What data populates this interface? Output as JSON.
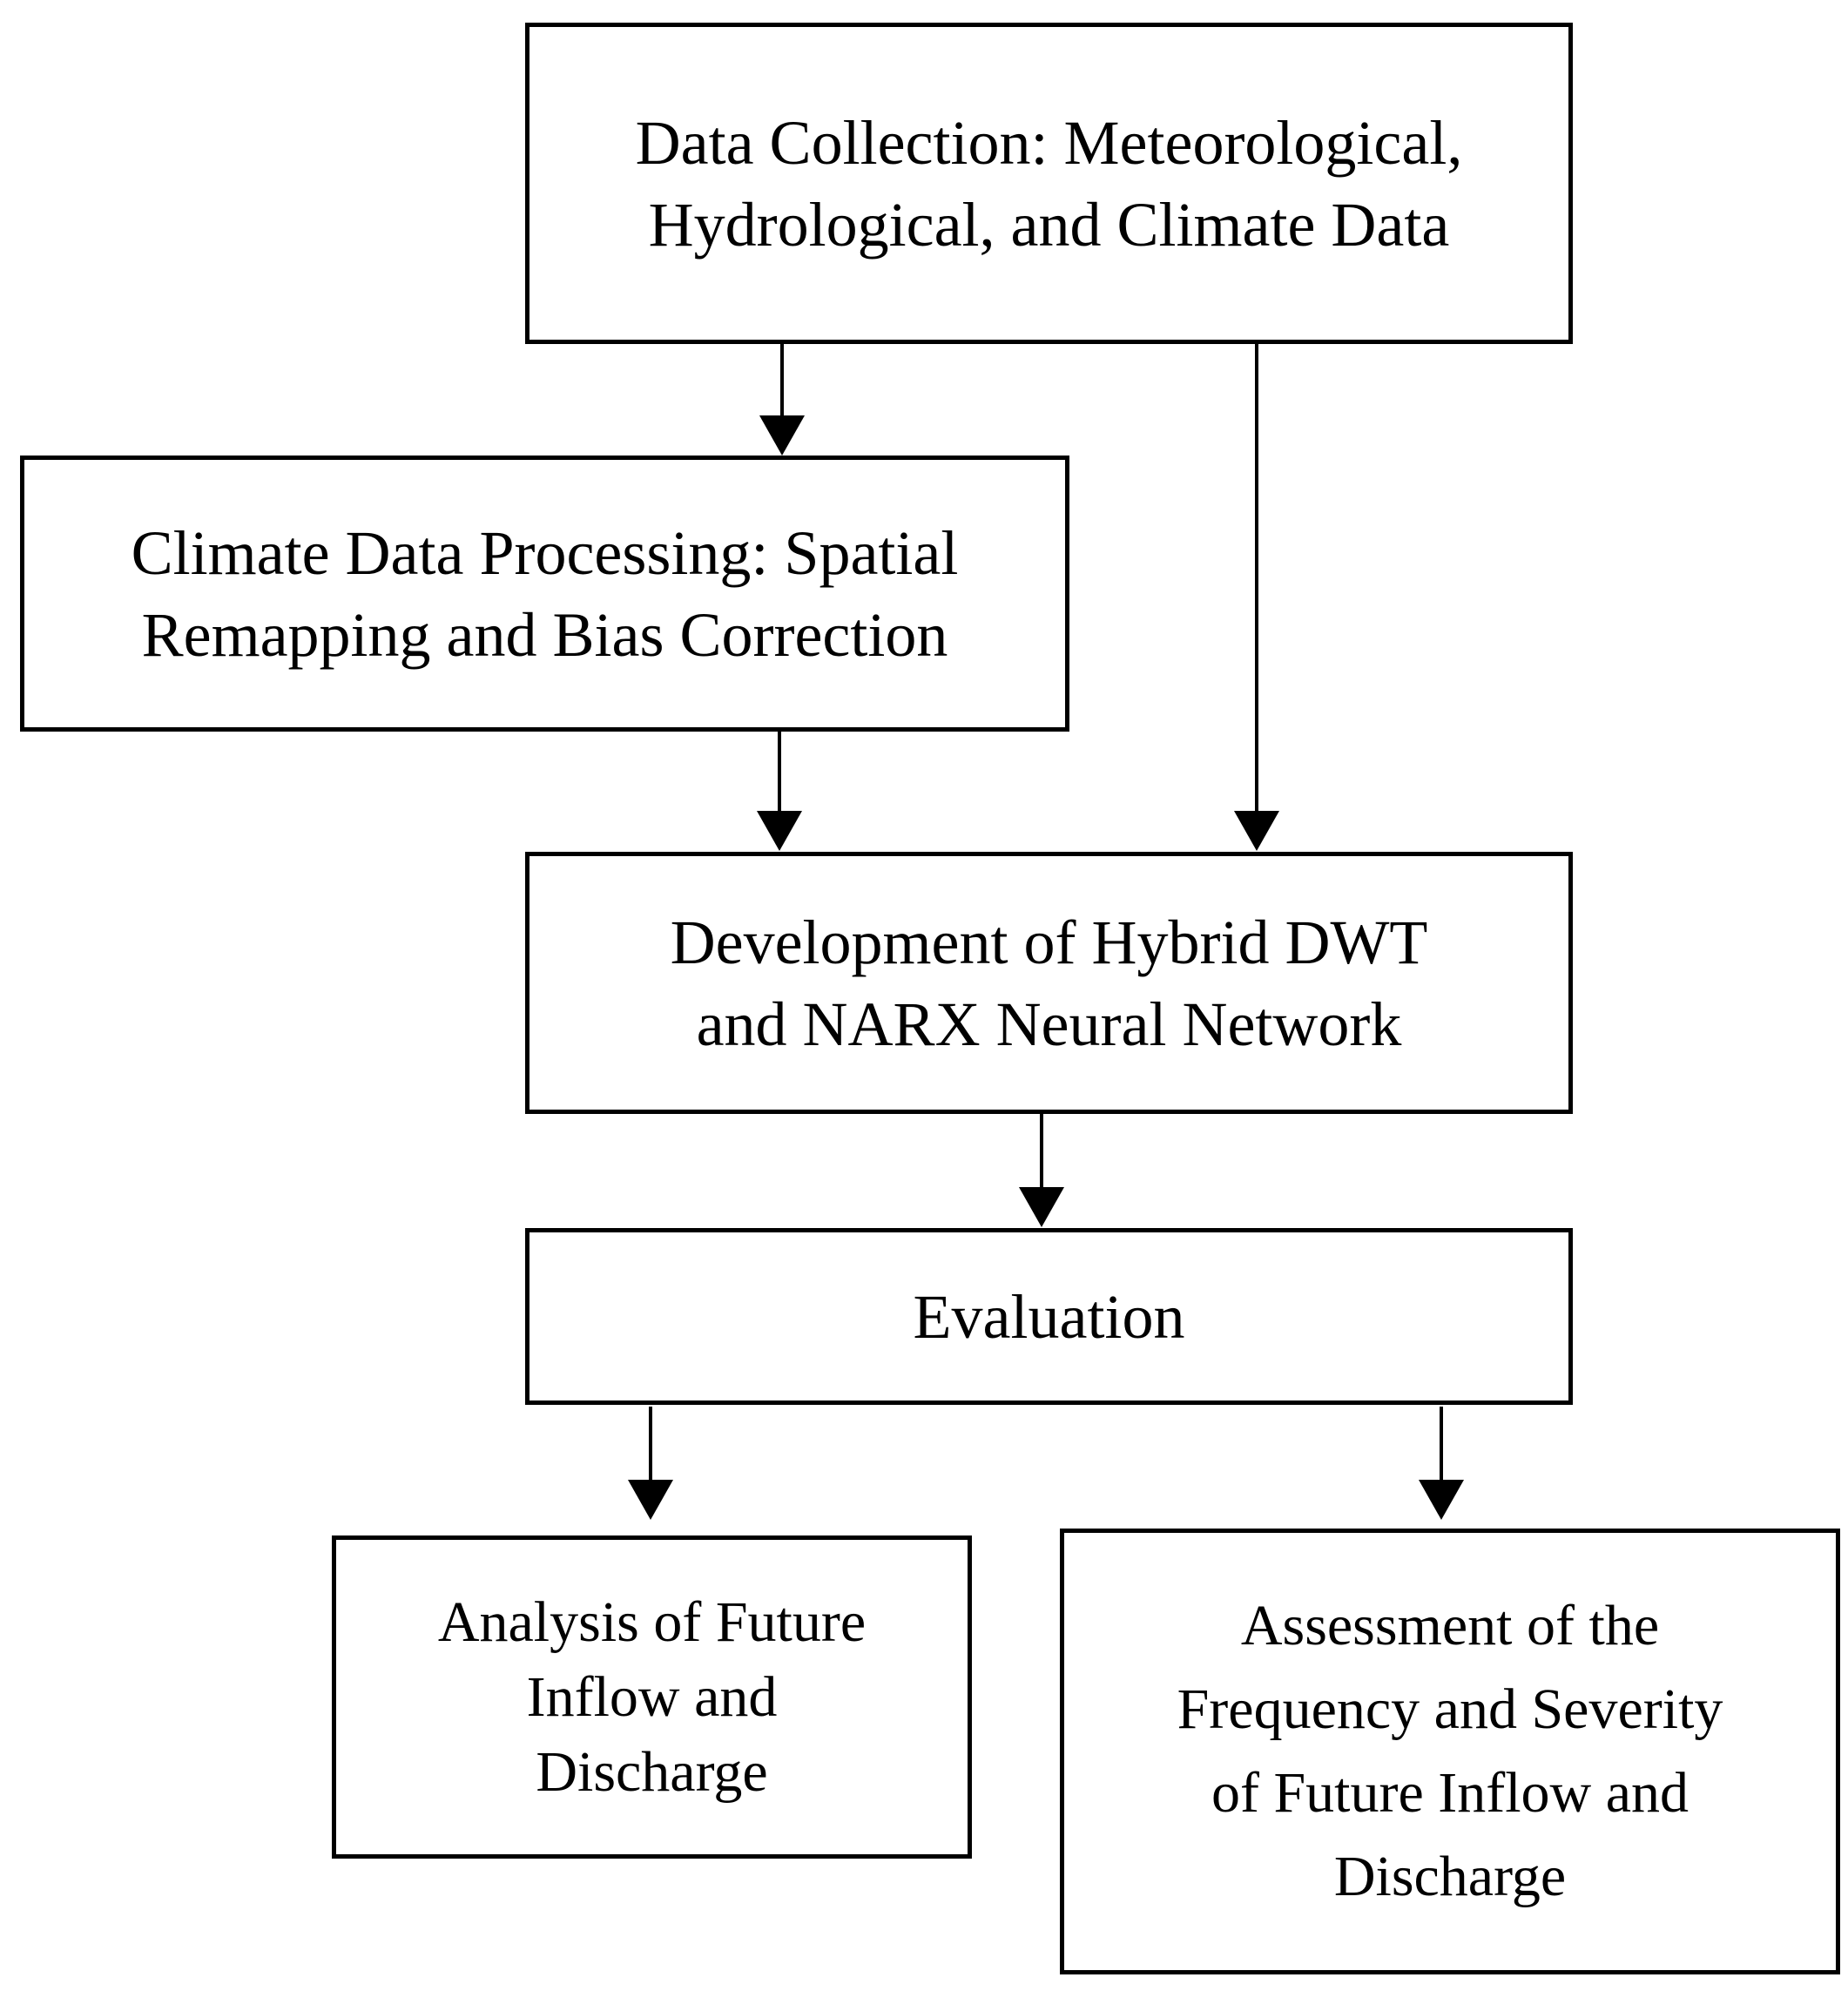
{
  "nodes": {
    "data_collection": {
      "lines": [
        "Data Collection: Meteorological,",
        "Hydrological, and Climate Data"
      ]
    },
    "climate_processing": {
      "lines": [
        "Climate Data Processing: Spatial",
        "Remapping and Bias Correction"
      ]
    },
    "development": {
      "lines": [
        "Development of Hybrid DWT",
        "and NARX Neural Network"
      ]
    },
    "evaluation": {
      "lines": [
        "Evaluation"
      ]
    },
    "analysis": {
      "lines": [
        "Analysis of Future",
        "Inflow and",
        "Discharge"
      ]
    },
    "assessment": {
      "lines": [
        "Assessment of the",
        "Frequency and Severity",
        "of Future Inflow and",
        "Discharge"
      ]
    }
  },
  "edges": [
    {
      "from": "data_collection",
      "to": "climate_processing"
    },
    {
      "from": "data_collection",
      "to": "development"
    },
    {
      "from": "climate_processing",
      "to": "development"
    },
    {
      "from": "development",
      "to": "evaluation"
    },
    {
      "from": "evaluation",
      "to": "analysis"
    },
    {
      "from": "evaluation",
      "to": "assessment"
    }
  ],
  "colors": {
    "stroke": "#000000",
    "background": "#ffffff"
  }
}
